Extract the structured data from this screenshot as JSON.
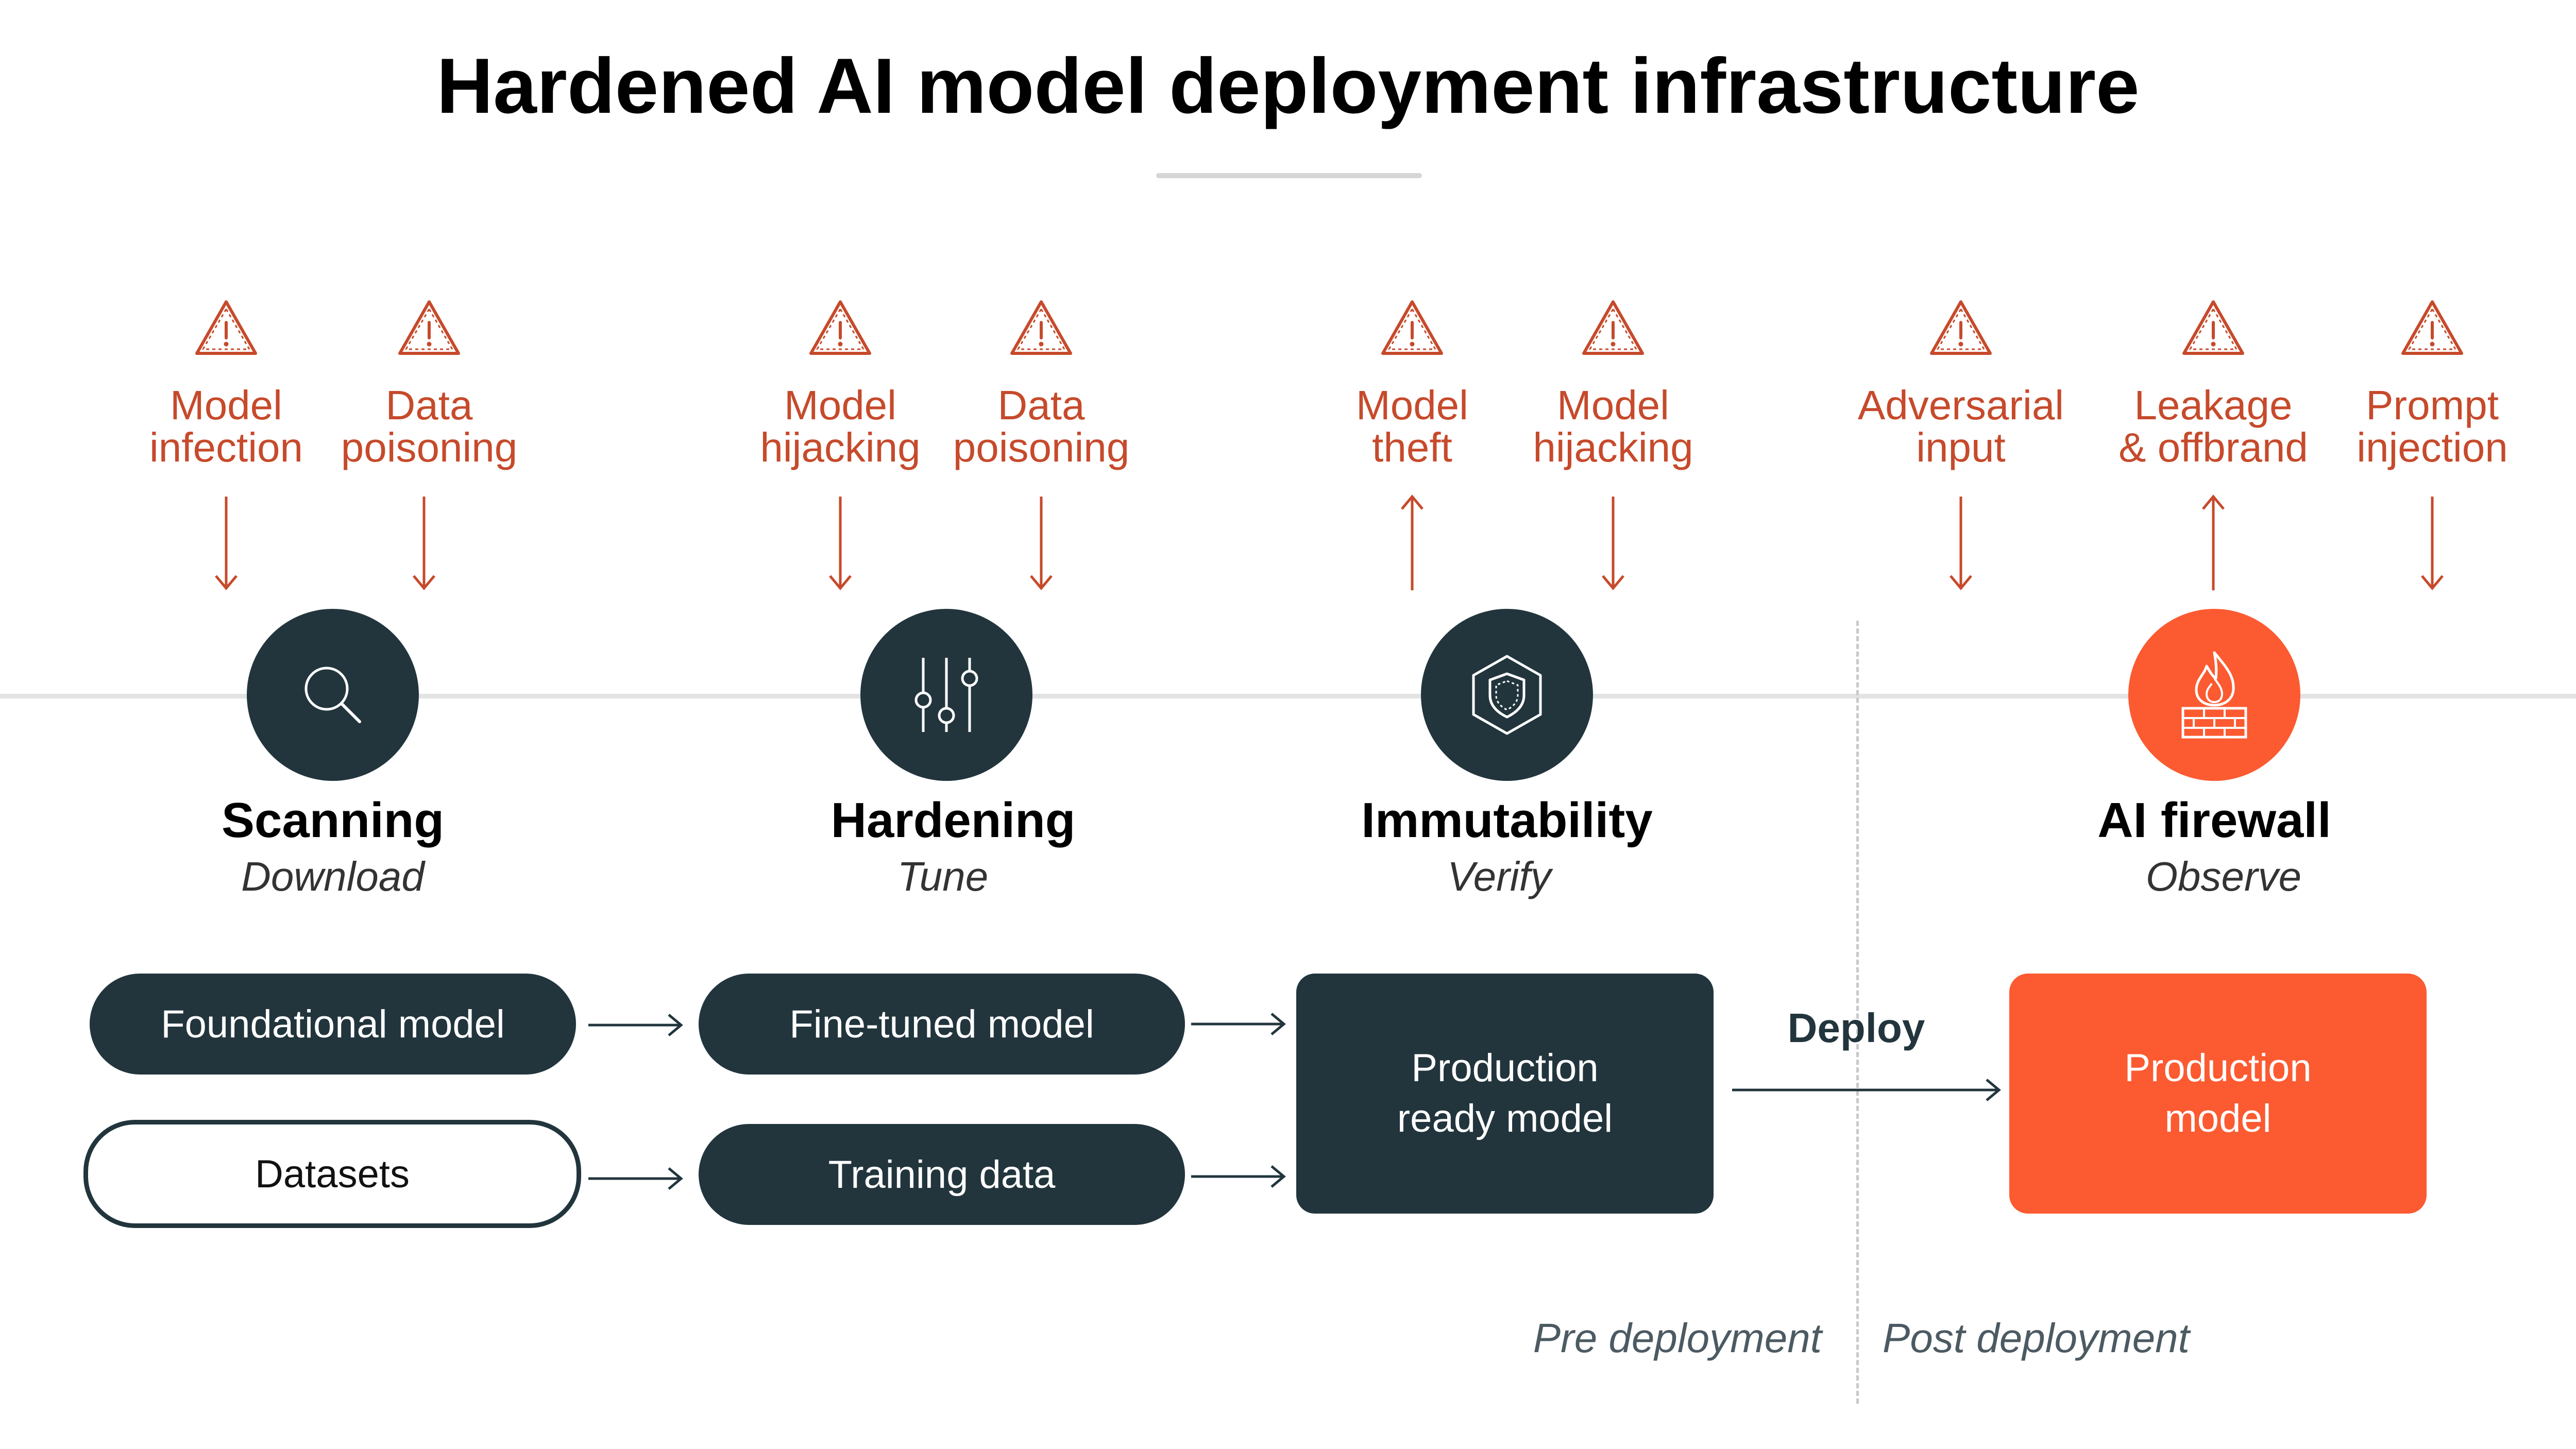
{
  "title": "Hardened AI model deployment infrastructure",
  "threats": [
    {
      "line1": "Model",
      "line2": "infection",
      "direction": "down"
    },
    {
      "line1": "Data",
      "line2": "poisoning",
      "direction": "down"
    },
    {
      "line1": "Model",
      "line2": "hijacking",
      "direction": "down"
    },
    {
      "line1": "Data",
      "line2": "poisoning",
      "direction": "down"
    },
    {
      "line1": "Model",
      "line2": "theft",
      "direction": "up"
    },
    {
      "line1": "Model",
      "line2": "hijacking",
      "direction": "down"
    },
    {
      "line1": "Adversarial",
      "line2": "input",
      "direction": "down"
    },
    {
      "line1": "Leakage",
      "line2": "& offbrand",
      "direction": "up"
    },
    {
      "line1": "Prompt",
      "line2": "injection",
      "direction": "down"
    }
  ],
  "steps": [
    {
      "name": "Scanning",
      "sub": "Download",
      "icon": "magnifier-icon"
    },
    {
      "name": "Hardening",
      "sub": "Tune",
      "icon": "sliders-icon"
    },
    {
      "name": "Immutability",
      "sub": "Verify",
      "icon": "shield-hexagon-icon"
    },
    {
      "name": "AI firewall",
      "sub": "Observe",
      "icon": "flame-firewall-icon"
    }
  ],
  "artifacts": {
    "foundational_model": "Foundational model",
    "datasets": "Datasets",
    "fine_tuned_model": "Fine-tuned model",
    "training_data": "Training data",
    "production_ready_line1": "Production",
    "production_ready_line2": "ready model",
    "production_line1": "Production",
    "production_line2": "model"
  },
  "deploy_label": "Deploy",
  "phases": {
    "pre": "Pre deployment",
    "post": "Post deployment"
  },
  "colors": {
    "dark": "#22353d",
    "accent": "#fc5a31",
    "threat": "#c64a2b"
  }
}
